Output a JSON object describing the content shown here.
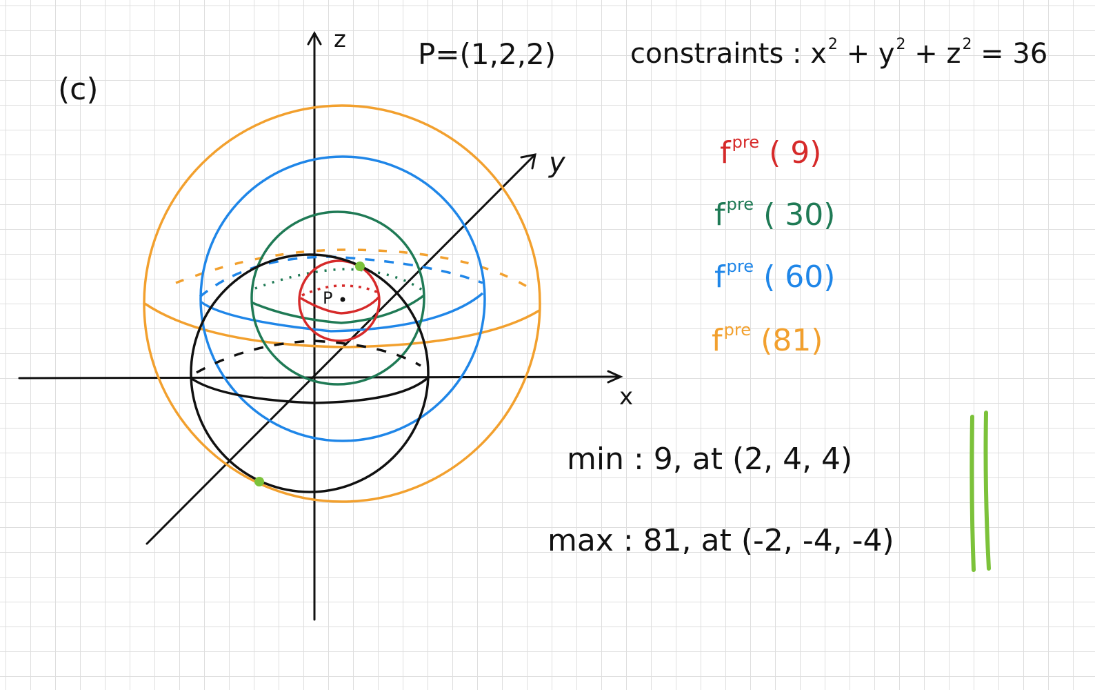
{
  "part_label": "(c)",
  "point_label": "P=(1,2,2)",
  "point_marker": "P",
  "constraint": {
    "label": "constraints :",
    "equation_base": "x",
    "equation_sup": "2",
    "equation_rest_1": "+ y",
    "equation_sup_2": "2",
    "equation_rest_2": "+ z",
    "equation_sup_3": "2",
    "equation_end": "= 36"
  },
  "axes": {
    "z": "z",
    "y": "y",
    "x": "x"
  },
  "legend": [
    {
      "f": "f",
      "sup": "pre",
      "value": "( 9)",
      "color": "#d62a2a"
    },
    {
      "f": "f",
      "sup": "pre",
      "value": "( 30)",
      "color": "#1f7a55"
    },
    {
      "f": "f",
      "sup": "pre",
      "value": "( 60)",
      "color": "#1f86e8"
    },
    {
      "f": "f",
      "sup": "pre",
      "value": "(81)",
      "color": "#f2a02e"
    }
  ],
  "results": {
    "min": "min : 9, at (2, 4, 4)",
    "max": "max : 81, at (-2, -4, -4)"
  },
  "colors": {
    "sphere": "#111111",
    "axes": "#111111",
    "highlight": "#7cc23a"
  }
}
